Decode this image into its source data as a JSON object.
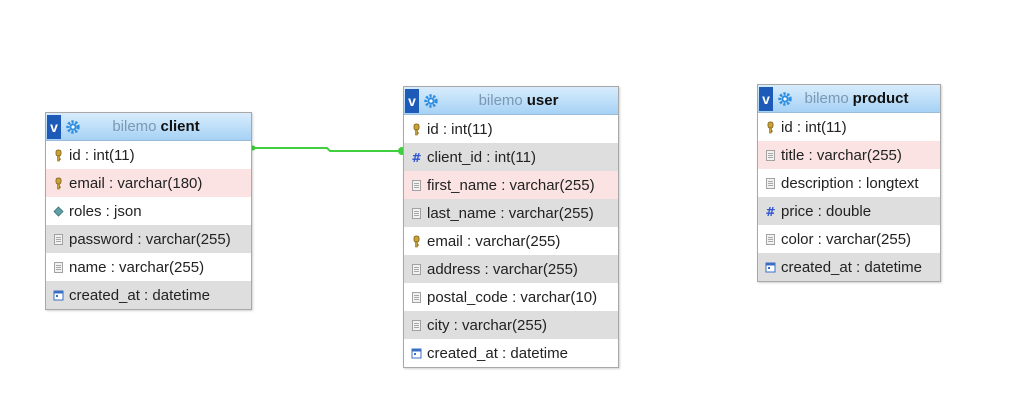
{
  "tables": [
    {
      "db": "bilemo",
      "name": "client",
      "toggle_label": "v",
      "icon": "gear-icon",
      "fields": [
        {
          "text": "id : int(11)",
          "icon": "key-icon",
          "bg": "odd"
        },
        {
          "text": "email : varchar(180)",
          "icon": "key-icon",
          "bg": "hl"
        },
        {
          "text": "roles : json",
          "icon": "diamond-icon",
          "bg": "odd"
        },
        {
          "text": "password : varchar(255)",
          "icon": "text-field-icon",
          "bg": "even"
        },
        {
          "text": "name : varchar(255)",
          "icon": "text-field-icon",
          "bg": "odd"
        },
        {
          "text": "created_at : datetime",
          "icon": "datetime-icon",
          "bg": "even"
        }
      ]
    },
    {
      "db": "bilemo",
      "name": "user",
      "toggle_label": "v",
      "icon": "gear-icon",
      "fields": [
        {
          "text": "id : int(11)",
          "icon": "key-icon",
          "bg": "odd"
        },
        {
          "text": "client_id : int(11)",
          "icon": "hash-icon",
          "bg": "even"
        },
        {
          "text": "first_name : varchar(255)",
          "icon": "text-field-icon",
          "bg": "hl"
        },
        {
          "text": "last_name : varchar(255)",
          "icon": "text-field-icon",
          "bg": "even"
        },
        {
          "text": "email : varchar(255)",
          "icon": "key-icon",
          "bg": "odd"
        },
        {
          "text": "address : varchar(255)",
          "icon": "text-field-icon",
          "bg": "even"
        },
        {
          "text": "postal_code : varchar(10)",
          "icon": "text-field-icon",
          "bg": "odd"
        },
        {
          "text": "city : varchar(255)",
          "icon": "text-field-icon",
          "bg": "even"
        },
        {
          "text": "created_at : datetime",
          "icon": "datetime-icon",
          "bg": "odd"
        }
      ]
    },
    {
      "db": "bilemo",
      "name": "product",
      "toggle_label": "v",
      "icon": "gear-icon",
      "fields": [
        {
          "text": "id : int(11)",
          "icon": "key-icon",
          "bg": "odd"
        },
        {
          "text": "title : varchar(255)",
          "icon": "text-field-icon",
          "bg": "hl"
        },
        {
          "text": "description : longtext",
          "icon": "text-field-icon",
          "bg": "odd"
        },
        {
          "text": "price : double",
          "icon": "hash-icon",
          "bg": "even"
        },
        {
          "text": "color : varchar(255)",
          "icon": "text-field-icon",
          "bg": "odd"
        },
        {
          "text": "created_at : datetime",
          "icon": "datetime-icon",
          "bg": "even"
        }
      ]
    }
  ],
  "relations": [
    {
      "from_table": "client",
      "from_field": "id",
      "to_table": "user",
      "to_field": "client_id",
      "color": "#3fcf3f"
    }
  ],
  "colors": {
    "header_top": "#d8ecfc",
    "header_bottom": "#a6d2f5",
    "toggle": "#1e5bb8",
    "row_even": "#dedede",
    "row_highlight": "#fbe3e3"
  }
}
